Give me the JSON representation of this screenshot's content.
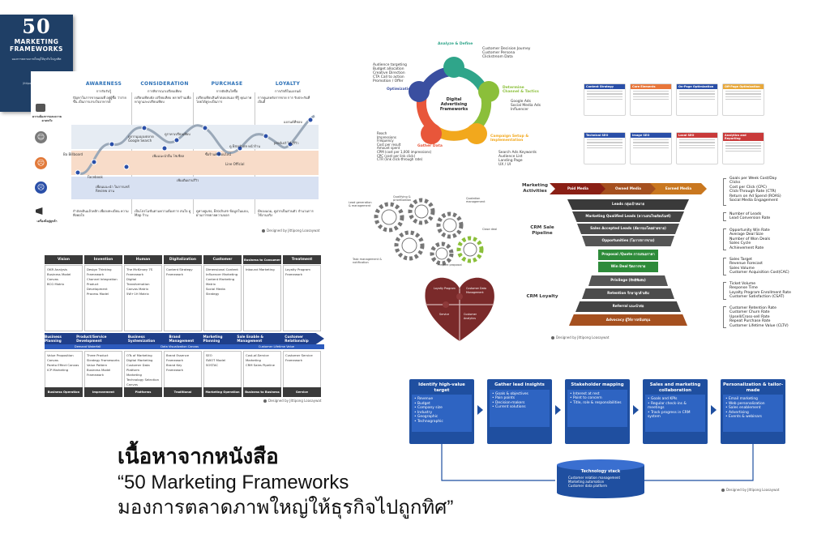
{
  "journey": {
    "stages": [
      {
        "title": "AWARENESS",
        "sub": "การรับรับรู้"
      },
      {
        "title": "CONSIDERATION",
        "sub": "การพิจารณาเปรียบเทียบ"
      },
      {
        "title": "PURCHASE",
        "sub": "การตัดสินใจซื้อ"
      },
      {
        "title": "LOYALTY",
        "sub": "การภักดีในแบรนด์"
      }
    ],
    "left_labels": [
      "ความต้องการและความคาดหวัง",
      "เครื่องมือสู่ลูกค้า"
    ],
    "top_notes": [
      "ปัญหาในการขายแผนที่ อยู่ผู้ซื้อ ว่าง่ายขึ้น เป็นการเกรงใจอาหารย์",
      "เปรียบเทียบยัง เปรียบเทียบ หลายร้านเพื่อหาถูกและเปรียบเทียบ",
      "เปรียบเทียบสินค้าตอบสนอง ที่รู้ คุณภาพโดยได้ดูจะเป็นการ",
      "การดูแลหลังการขาย การ รับประกันที่เป็นดี"
    ],
    "points": [
      "Ba Billboard",
      "Facebook",
      "ดูจากมุมมองตลาด Google Search",
      "เพื่อนแนะนำ ในการแชร์ Review อ่าน",
      "เพิ่มแนะนำอื่น โซเชียล",
      "ดูราคาเปรียบเทียบ",
      "เพิ่มเติมผ่านรีวิว",
      "ซื้อร้านค้าออนไลน์",
      "ดู Brochure หน้าร้าน",
      "Line Official",
      "product ได้ดูรีวิว",
      "แบรนด์ที่ชอบ"
    ],
    "bottom_notes": [
      "กำลังหลินแล้วคลิก เพื่อลงทะเบียน ความพึงพอใจ",
      "เป็นโปรโมชั่นตามความต้องการ สนใจ ดู Map ร้าน",
      "ดูทางคู่แข่ง, Brochure ข้อมูลในแบบ, ผ่านการขยายความบอก",
      "มีของแถม, ดูฝากเป็นส่วนตัว จำนวนการใช้งานจริง"
    ],
    "credit": "Designed by Jittipong Loasaywat"
  },
  "adsfw": {
    "title": "Digital Advertising Frameworks",
    "segments": [
      "Analyze & Define",
      "Determine Channel & Tactics",
      "Campaign Setup & Implementation",
      "Gather Data",
      "Optimization"
    ],
    "analyze_items": [
      "Customer Decision Journey",
      "Customer Persona",
      "Clickstream Data"
    ],
    "channel_items": [
      "Google Ads",
      "Social Media Ads",
      "Influencer"
    ],
    "setup_items": [
      "Search Ads Keywords",
      "Audience List",
      "Landing Page",
      "UX / UI"
    ],
    "gather_items": [
      "Reach",
      "Impressions",
      "Frequency",
      "Cost per result",
      "Amount spent",
      "CPM (cost per 1,000 impressions)",
      "CPC (cost per link click)",
      "CTR (link click-through rate)"
    ],
    "optim_items": [
      "Audience targeting",
      "Budget allocation",
      "Creative Direction",
      "CTA Call to action",
      "Promotion / Offer"
    ]
  },
  "content_boxes": [
    "Content Strategy",
    "Core Elements",
    "On-Page Optimization",
    "Off-Page Optimization",
    "Technical SEO",
    "Image SEO",
    "Local SEO",
    "Analytics and Reporting"
  ],
  "content_credit": "Designed by Jittipong Loasaywat",
  "gears": {
    "labels": [
      "Lead generation & management",
      "Qualifying & prioritization",
      "Quotation management",
      "Close deal",
      "Task management & notification",
      "Prepare proposal"
    ]
  },
  "heart": {
    "labels": [
      "Loyalty Program",
      "Customer Data Management",
      "Service",
      "Customer Analytics"
    ]
  },
  "funnel": {
    "top_labels": [
      "Paid Media",
      "Owned Media",
      "Earned Media"
    ],
    "side_labels": [
      "Marketing Activities",
      "CRM Sale Pipeline",
      "CRM Loyalty"
    ],
    "segments": [
      "Leads กลุ่มเป้าหมาย",
      "Marketing Qualified Leads (ความสนใจผลิตภัณฑ์)",
      "Sales Accepted Leads (คัดกรองโดยฝ่ายขาย)",
      "Opportunities (โอกาสการขาย)",
      "Proposal /Quote การเสนอราคา",
      "Win Deal ปิดการขาย",
      "Privilege (สิทธิพิเศษ)",
      "Retention รักษาลูกค้าเดิม",
      "Referral แนะนำต่อ",
      "Advocacy ผู้ให้การสนับสนุน"
    ],
    "metrics": [
      [
        "Goals per Week Cost/Day",
        "Clicks",
        "Cost per Click (CPC)",
        "Click-Through Rate (CTR)",
        "Return on Ad Spend (ROAS)",
        "Social Media Engagement"
      ],
      [
        "Number of Leads",
        "Lead Conversion Rate"
      ],
      [
        "Opportunity Win Rate",
        "Average Deal Size",
        "Number of Won Deals",
        "Sales Cycle",
        "Achievement Rate"
      ],
      [
        "Sales Target",
        "Revenue Forecast",
        "Sales Volume",
        "Customer Acquisition Cost(CAC)"
      ],
      [
        "Ticket Volume",
        "Response Time",
        "Loyalty Program Enrollment Rate",
        "Customer Satisfaction (CSAT)"
      ],
      [
        "Customer Retention Rate",
        "Customer Churn Rate",
        "Upsell/Cross-sell Rate",
        "Repeat Purchase Rate",
        "Customer Lifetime Value (CLTV)"
      ]
    ],
    "credit": "Designed by Jittipong Loasaywat"
  },
  "table": {
    "headers": [
      "Vision",
      "Invention",
      "Human",
      "Digitalization",
      "Customer",
      "Business to Consumer",
      "Treatment"
    ],
    "arrow": [
      "Business Planning",
      "Product/Service Development",
      "Business Systemization",
      "Brand Management",
      "Marketing Planning",
      "Sale Enable & Management",
      "Customer Relationship"
    ],
    "subbar": [
      "Demand Waterfall",
      "Data Visualization Canvas",
      "Customer Lifetime Value"
    ],
    "top_cells": [
      [
        "OKR Analysis",
        "Business Model Canvas",
        "BCG Matrix"
      ],
      [
        "Design Thinking Framework",
        "Channel Integration Product Development Process Model"
      ],
      [
        "The McKinsey 7S Framework",
        "Digital Transformation Canvas Matrix",
        "5W+1H Matrix"
      ],
      [
        "Content Strategy Framework"
      ],
      [
        "Dimensional Content",
        "Influencer Marketing",
        "Content Marketing Matrix",
        "Social Media Strategy"
      ],
      [
        "Inbound Marketing"
      ],
      [
        "Loyalty Program Framework"
      ]
    ],
    "bottom_cells": [
      [
        "Value Proposition Canvas",
        "Pareto Effect Canvas",
        "ICP Marketing"
      ],
      [
        "Three Product Strategy Frameworks",
        "Value Pattern",
        "Business Model Framework"
      ],
      [
        "OTs of Marketing Digital Marketing",
        "Customer Data Platform",
        "Marketing Technology Selection Canvas"
      ],
      [
        "Brand Essence Framework",
        "Brand Key Framework"
      ],
      [
        "SEO",
        "SWOT Model",
        "SOSTAC"
      ],
      [
        "Cost-of-Service Marketing",
        "CRM Sales Pipeline"
      ],
      [
        "Customer Service Framework"
      ]
    ],
    "footers": [
      "Business Operation",
      "Improvement",
      "Platforms",
      "Traditional",
      "Marketing Operation",
      "Business to Business",
      "Service"
    ],
    "credit": "Designed by Jittipong Loasaywat"
  },
  "flow": {
    "boxes": [
      {
        "title": "Identify high-value target",
        "items": [
          "Revenue",
          "Budget",
          "Company size",
          "Industry",
          "Geographic",
          "Technographic"
        ]
      },
      {
        "title": "Gather lead insights",
        "items": [
          "Goals & objectives",
          "Pain points",
          "Decision-makers",
          "Current solutions"
        ]
      },
      {
        "title": "Stakeholder mapping",
        "items": [
          "Interest at rest",
          "Point to concern",
          "Title, role & responsibilities"
        ]
      },
      {
        "title": "Sales and marketing collaboration",
        "items": [
          "Goals and KPIs",
          "Regular check-ins & meetings",
          "Track progress in CRM system"
        ]
      },
      {
        "title": "Personalization & tailor-made",
        "items": [
          "Email marketing",
          "Web personalization",
          "Sales enablement",
          "Advertising",
          "Events & webinars"
        ]
      }
    ],
    "stack_title": "Technology stack",
    "stack_items": [
      "Customer relation management",
      "Marketing automation",
      "Customer data platform"
    ],
    "credit": "Designed by Jittipong Loasaywat"
  },
  "book": {
    "number": "50",
    "title_lines": [
      "MARKETING",
      "FRAMEWORKS"
    ],
    "subtitle": "มองการตลาดภาพใหญ่ให้ธุรกิจไปถูกทิศ",
    "author": "Jittipong Loasaywat"
  },
  "headline": {
    "line1": "เนื้อหาจากหนังสือ",
    "line2": "“50 Marketing Frameworks",
    "line3": "มองการตลาดภาพใหญ่ให้ธุรกิจไปถูกทิศ”"
  },
  "colors": {
    "blue_dark": "#1f4fa0",
    "funnel_top": "#8a1f15",
    "funnel_mid": "#3a3a3a",
    "funnel_green": "#2e8b3a",
    "funnel_bottom": "#a5501f"
  }
}
